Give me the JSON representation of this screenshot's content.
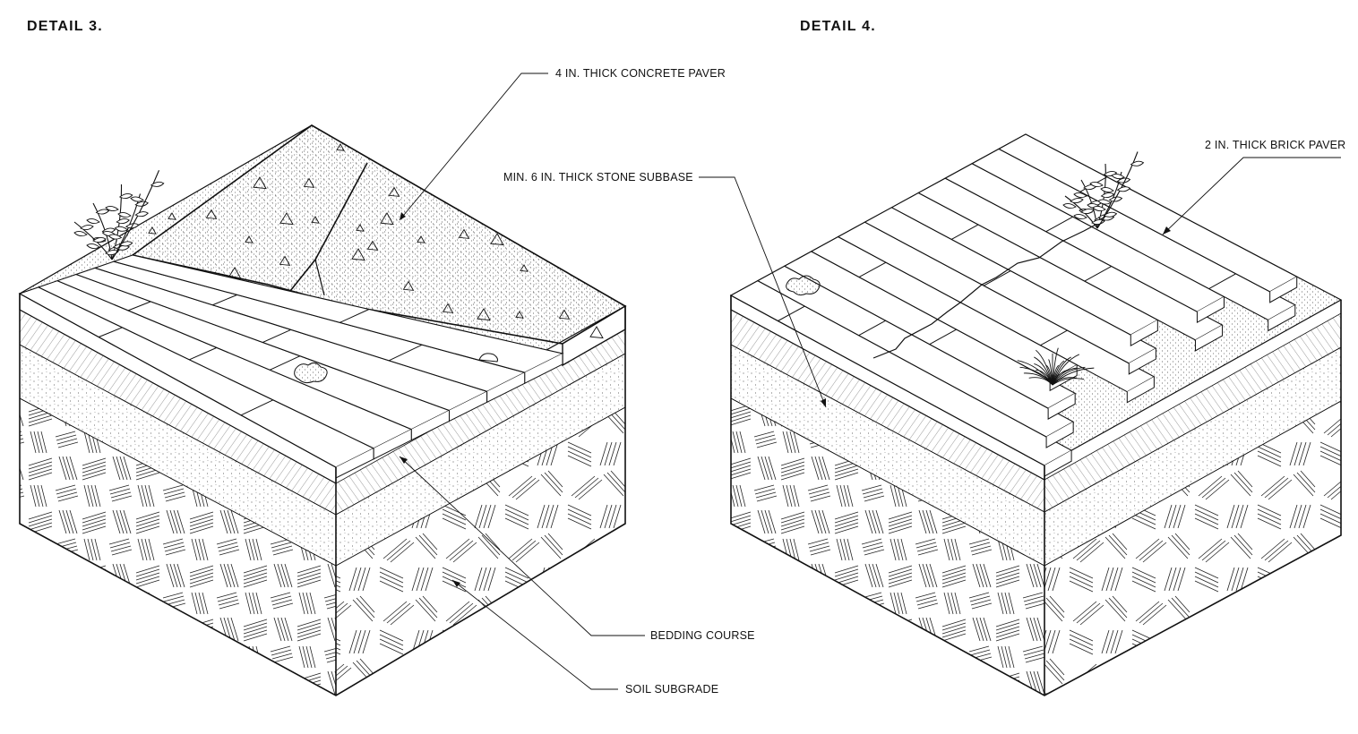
{
  "titles": {
    "left": "DETAIL 3.",
    "right": "DETAIL 4."
  },
  "callouts": {
    "concrete_paver": "4 IN. THICK CONCRETE PAVER",
    "brick_paver": "2 IN. THICK BRICK PAVER",
    "stone_subbase": "MIN. 6 IN. THICK STONE SUBBASE",
    "bedding_course": "BEDDING COURSE",
    "soil_subgrade": "SOIL SUBGRADE"
  },
  "colors": {
    "ink": "#111111",
    "paper": "#ffffff"
  }
}
